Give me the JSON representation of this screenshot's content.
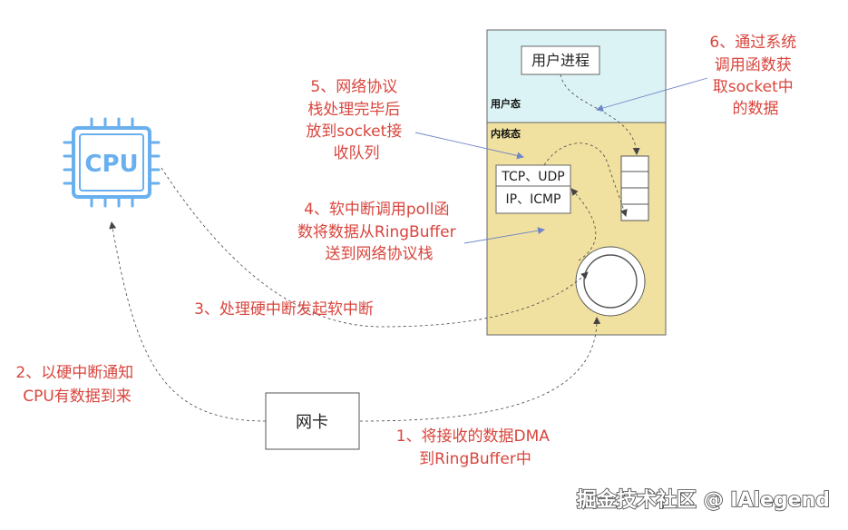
{
  "user_space": {
    "label": "用户态",
    "process_label": "用户进程"
  },
  "kernel_space": {
    "label": "内核态"
  },
  "protocol_stack": {
    "tcp_label": "TCP、UDP",
    "ip_label": "IP、ICMP"
  },
  "cpu": {
    "label": "CPU"
  },
  "nic": {
    "label": "网卡"
  },
  "steps": [
    {
      "lines": [
        "1、将接收的数据DMA",
        "到RingBuffer中"
      ]
    },
    {
      "lines": [
        "2、以硬中断通知",
        "CPU有数据到来"
      ]
    },
    {
      "lines": [
        "3、处理硬中断发起软中断"
      ]
    },
    {
      "lines": [
        "4、软中断调用poll函",
        "数将数据从RingBuffer",
        "送到网络协议栈"
      ]
    },
    {
      "lines": [
        "5、网络协议",
        "栈处理完毕后",
        "放到socket接",
        "收队列"
      ]
    },
    {
      "lines": [
        "6、通过系统",
        "调用函数获",
        "取socket中",
        "的数据"
      ]
    }
  ],
  "watermark": "掘金技术社区 @ IAlegend",
  "colors": {
    "user_space_bg": "#dcf3f5",
    "kernel_space_bg": "#f0e1a0",
    "step_text": "#d9453d",
    "cpu_blue": "#6ab0ef"
  }
}
